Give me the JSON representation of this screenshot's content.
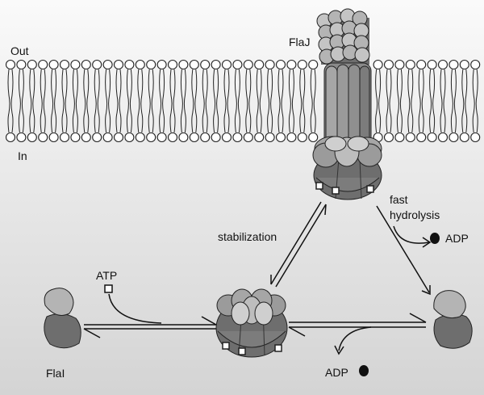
{
  "labels": {
    "out": "Out",
    "in": "In",
    "flaj": "FlaJ",
    "atp": "ATP",
    "stabilization": "stabilization",
    "fast_hydrolysis_line1": "fast",
    "fast_hydrolysis_line2": "hydrolysis",
    "adp_top": "ADP",
    "adp_bottom": "ADP",
    "flai": "FlaI"
  },
  "colors": {
    "background_top": "#fafafa",
    "background_bottom": "#d4d4d4",
    "protein_dark": "#6e6e6e",
    "protein_mid": "#8f8f8f",
    "protein_light": "#b4b4b4",
    "filament_light": "#c4c4c4",
    "lipid_head": "#ffffff",
    "outline": "#222222"
  },
  "icons": {
    "atp_symbol": "open-square",
    "adp_symbol": "filled-circle"
  }
}
